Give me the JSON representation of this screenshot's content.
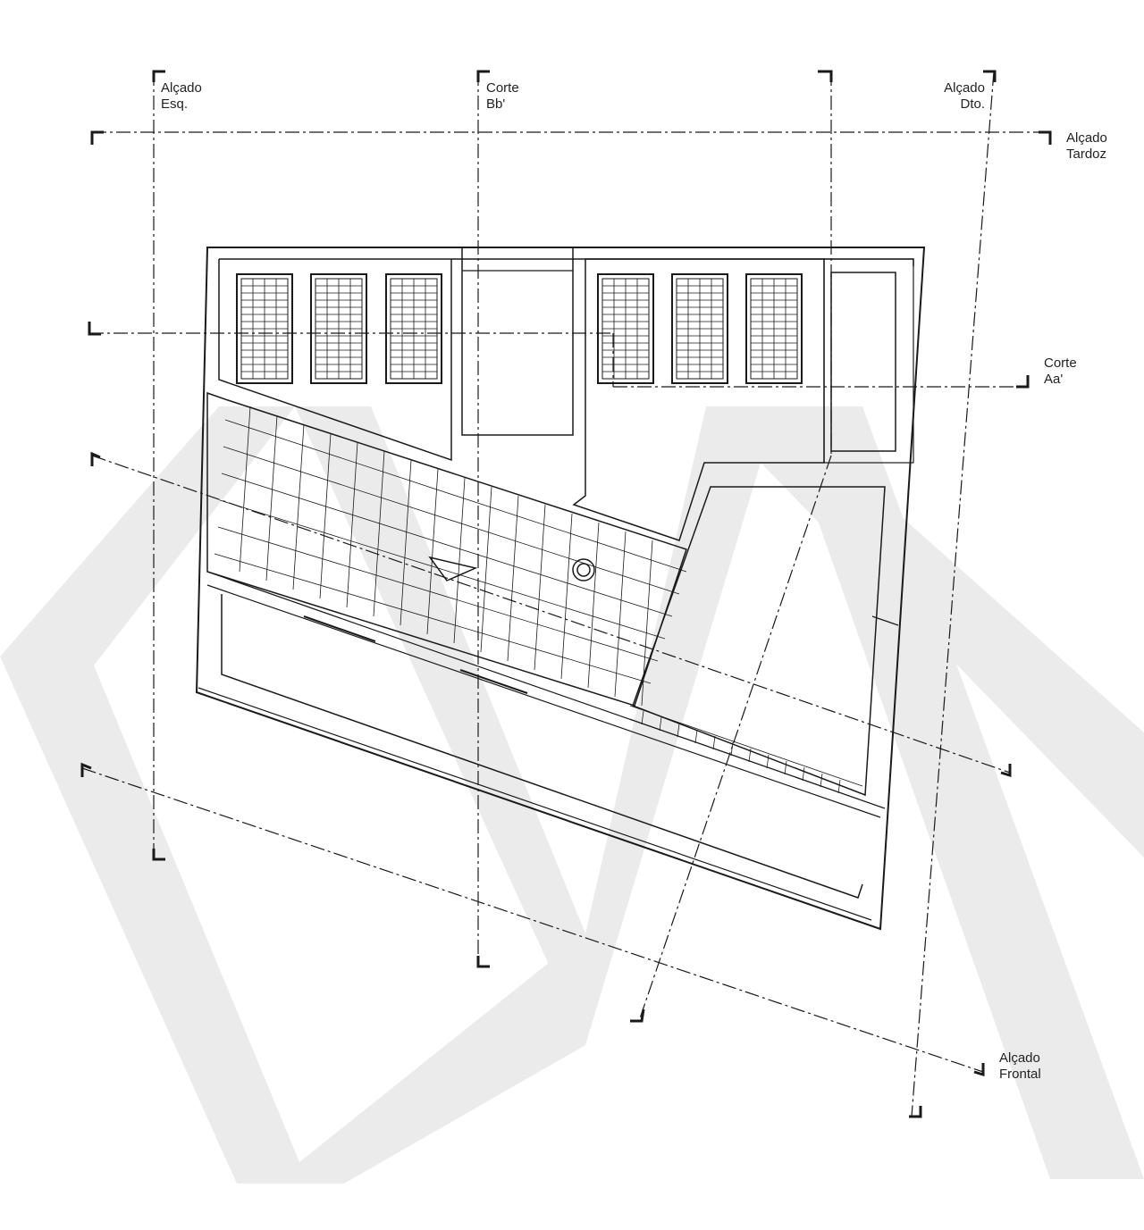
{
  "colors": {
    "line": "#1a1a1a",
    "watermark": "#ebebeb",
    "background": "#ffffff"
  },
  "labels": {
    "alcado_esq": [
      "Alçado",
      "Esq."
    ],
    "corte_bb": [
      "Corte",
      "Bb'"
    ],
    "alcado_dto": [
      "Alçado",
      "Dto."
    ],
    "alcado_tardoz": [
      "Alçado",
      "Tardoz"
    ],
    "corte_aa": [
      "Corte",
      "Aa'"
    ],
    "alcado_frontal": [
      "Alçado",
      "Frontal"
    ]
  },
  "icons": [
    "watermark-logo",
    "solar-panel-icon",
    "roof-drain-icon",
    "slope-arrow-icon"
  ]
}
